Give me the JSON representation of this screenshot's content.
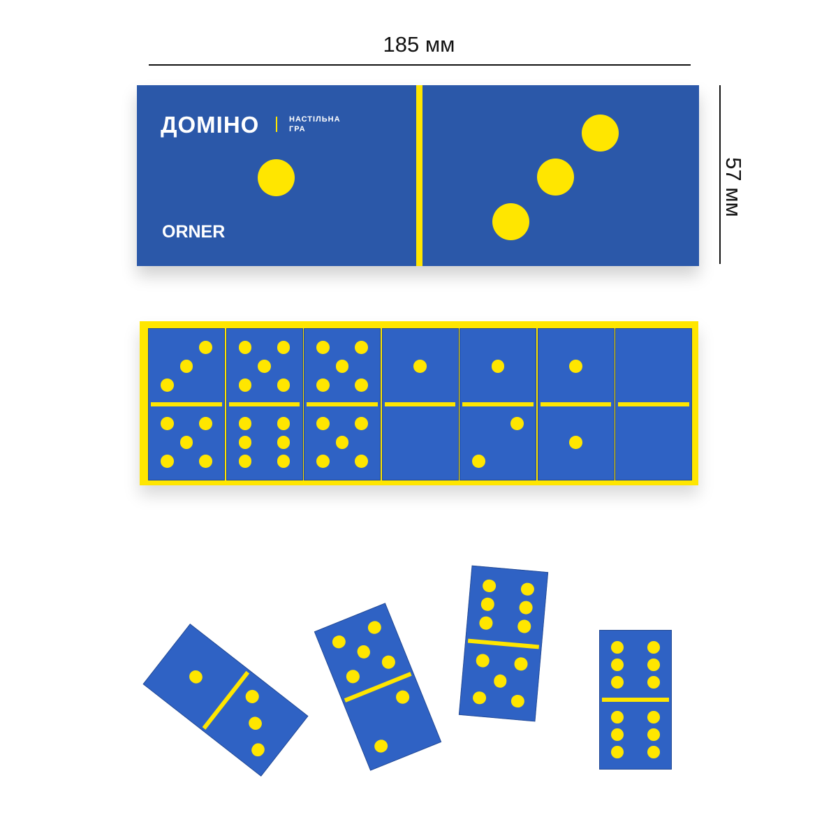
{
  "dimensions": {
    "width_label": "185 мм",
    "height_label": "57 мм"
  },
  "box": {
    "title": "ДОМІНО",
    "subtitle_line1": "НАСТІЛЬНА",
    "subtitle_line2": "ГРА",
    "brand": "ORNER",
    "left_pips": 1,
    "right_pips": 3
  },
  "tray_tiles": [
    [
      3,
      5
    ],
    [
      5,
      6
    ],
    [
      5,
      5
    ],
    [
      1,
      0
    ],
    [
      1,
      2
    ],
    [
      1,
      1
    ],
    [
      0,
      0
    ]
  ],
  "loose_tiles": [
    [
      1,
      3
    ],
    [
      5,
      2
    ],
    [
      6,
      5
    ],
    [
      6,
      6
    ]
  ],
  "colors": {
    "blue": "#2b58a9",
    "tile_blue": "#2f62c4",
    "yellow": "#ffe600"
  }
}
